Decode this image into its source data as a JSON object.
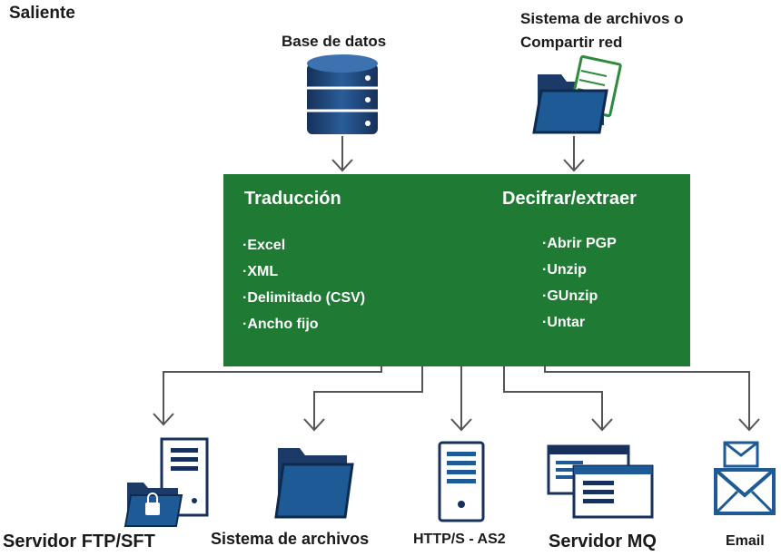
{
  "title": "Saliente",
  "sources": {
    "database": {
      "label": "Base de datos",
      "icon": "database-icon"
    },
    "filesystem": {
      "label_line1": "Sistema de archivos o",
      "label_line2": "Compartir red",
      "icon": "folder-documents-icon"
    }
  },
  "process": {
    "translation": {
      "title": "Traducción",
      "items": [
        "·Excel",
        "·XML",
        "·Delimitado (CSV)",
        "·Ancho fijo"
      ]
    },
    "decrypt": {
      "title": "Decifrar/extraer",
      "items": [
        "·Abrir PGP",
        "·Unzip",
        "·GUnzip",
        "·Untar"
      ]
    },
    "color": "#1f7a34"
  },
  "destinations": [
    {
      "label": "Servidor FTP/SFT",
      "icon": "ftp-server-lock-icon"
    },
    {
      "label": "Sistema de archivos",
      "icon": "folder-icon"
    },
    {
      "label": "HTTP/S - AS2",
      "icon": "server-tower-icon"
    },
    {
      "label": "Servidor MQ",
      "icon": "mq-windows-icon"
    },
    {
      "label": "Email",
      "icon": "envelope-icon"
    }
  ],
  "colors": {
    "icon_dark": "#17315c",
    "icon_mid": "#1e5a96",
    "arrow": "#555555"
  }
}
